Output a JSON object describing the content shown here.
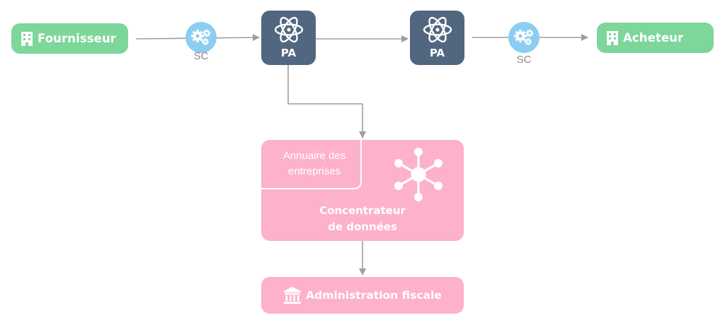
{
  "colors": {
    "actor_green": "#7dd69a",
    "pa_slate": "#51677f",
    "sc_blue": "#8ccdf2",
    "platform_pink": "#fdb1cb",
    "connector_gray": "#9e9e9e",
    "sc_label_gray": "#8c8c8c"
  },
  "nodes": {
    "fournisseur": {
      "label": "Fournisseur",
      "icon": "building-icon"
    },
    "sc_left": {
      "label": "SC",
      "icon": "gears-icon"
    },
    "pa_left": {
      "label": "PA",
      "icon": "atom-icon"
    },
    "pa_right": {
      "label": "PA",
      "icon": "atom-icon"
    },
    "sc_right": {
      "label": "SC",
      "icon": "gears-icon"
    },
    "acheteur": {
      "label": "Acheteur",
      "icon": "building-icon"
    },
    "concentrateur": {
      "title_line1": "Concentrateur",
      "title_line2": "de données",
      "icon": "hub-network-icon",
      "annuaire_line1": "Annuaire des",
      "annuaire_line2": "entreprises"
    },
    "administration": {
      "label": "Administration fiscale",
      "icon": "institution-icon"
    }
  },
  "edges": [
    {
      "from": "fournisseur",
      "to": "pa_left",
      "via": "sc_left"
    },
    {
      "from": "pa_left",
      "to": "pa_right"
    },
    {
      "from": "pa_right",
      "to": "acheteur",
      "via": "sc_right"
    },
    {
      "from": "pa_left",
      "to": "concentrateur"
    },
    {
      "from": "concentrateur",
      "to": "administration"
    }
  ]
}
